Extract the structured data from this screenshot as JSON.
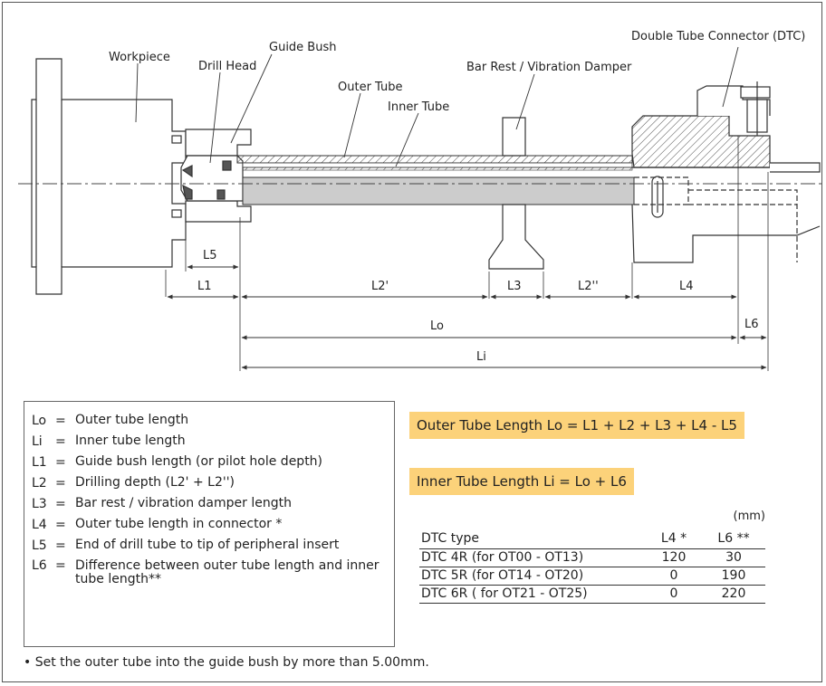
{
  "labels": {
    "workpiece": "Workpiece",
    "drill_head": "Drill Head",
    "guide_bush": "Guide Bush",
    "outer_tube": "Outer Tube",
    "inner_tube": "Inner Tube",
    "bar_rest": "Bar Rest / Vibration Damper",
    "dtc": "Double Tube Connector (DTC)"
  },
  "dimensions": {
    "L5": "L5",
    "L1": "L1",
    "L2p": "L2'",
    "L3": "L3",
    "L2pp": "L2''",
    "L4": "L4",
    "L6": "L6",
    "Lo": "Lo",
    "Li": "Li"
  },
  "legend": [
    {
      "symbol": "Lo",
      "eq": "=",
      "text": "Outer tube length"
    },
    {
      "symbol": "Li",
      "eq": "=",
      "text": "Inner tube length"
    },
    {
      "symbol": "L1",
      "eq": "=",
      "text": "Guide bush length (or pilot hole depth)"
    },
    {
      "symbol": "L2",
      "eq": "=",
      "text": "Drilling depth (L2' + L2'')"
    },
    {
      "symbol": "L3",
      "eq": "=",
      "text": "Bar rest / vibration damper length"
    },
    {
      "symbol": "L4",
      "eq": "=",
      "text": "Outer tube length in connector *"
    },
    {
      "symbol": "L5",
      "eq": "=",
      "text": "End of drill tube to tip of peripheral insert"
    },
    {
      "symbol": "L6",
      "eq": "=",
      "text": "Difference between outer tube length and inner tube length**"
    }
  ],
  "formulas": {
    "outer": "Outer Tube Length Lo = L1 + L2 + L3 + L4 - L5",
    "inner": "Inner Tube Length Li = Lo + L6"
  },
  "table": {
    "unit": "(mm)",
    "headers": [
      "DTC type",
      "L4 *",
      "L6 **"
    ],
    "rows": [
      [
        "DTC 4R (for OT00 - OT13)",
        "120",
        "30"
      ],
      [
        "DTC 5R (for OT14 - OT20)",
        "0",
        "190"
      ],
      [
        "DTC 6R ( for OT21 - OT25)",
        "0",
        "220"
      ]
    ]
  },
  "note": "• Set the outer tube into the guide bush by more than 5.00mm.",
  "colors": {
    "formula_bg": "#fcd27a",
    "tube_fill": "#cccccc",
    "line": "#333333"
  }
}
